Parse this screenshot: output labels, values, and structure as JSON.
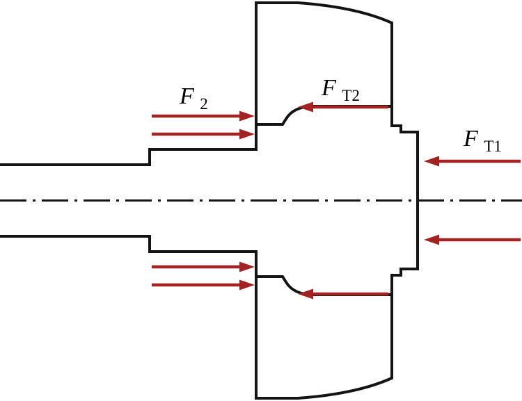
{
  "figure": {
    "background": "#ffffff",
    "colors": {
      "outline": "#141414",
      "centerline": "#141414",
      "arrow": "#a32222",
      "label": "#000000"
    },
    "labels": {
      "f2": {
        "main": "F",
        "sub": "2"
      },
      "ft2": {
        "main": "F",
        "sub": "T2"
      },
      "ft1": {
        "main": "F",
        "sub": "T1"
      }
    },
    "forces": [
      {
        "name": "F2",
        "direction": "right",
        "arrow_count": 2,
        "applied_at": "left-shoulder-face"
      },
      {
        "name": "FT2",
        "direction": "left",
        "arrow_count": 2,
        "applied_at": "hub-fillet"
      },
      {
        "name": "FT1",
        "direction": "left",
        "arrow_count": 2,
        "applied_at": "right-end-face"
      }
    ]
  }
}
